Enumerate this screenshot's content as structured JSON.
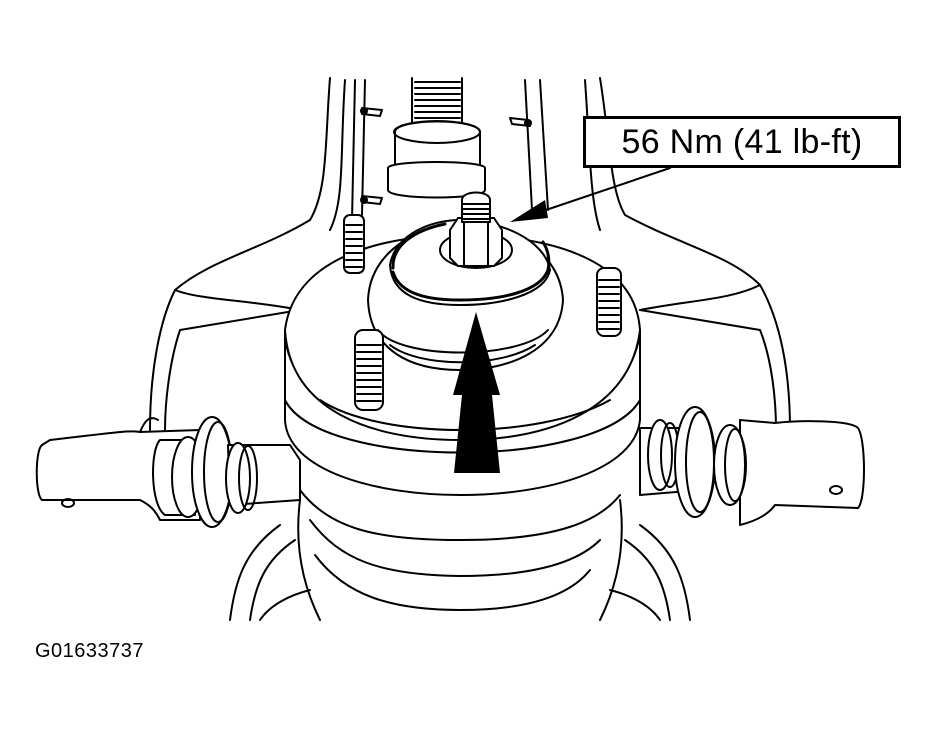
{
  "diagram": {
    "subject": "Front strut upper mount installation (line drawing)",
    "callout": {
      "label": "56 Nm (41 lb-ft)",
      "target": "strut-upper-nut"
    },
    "figure_id": "G01633737",
    "direction_arrow": "up",
    "colors": {
      "line": "#000000",
      "background": "#ffffff"
    }
  }
}
